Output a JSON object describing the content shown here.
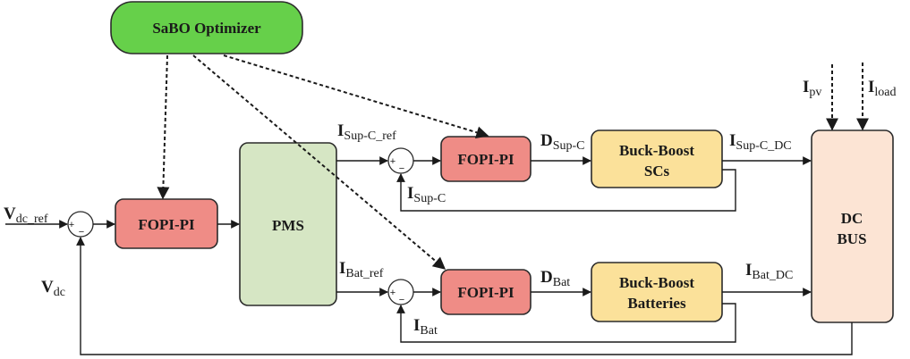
{
  "blocks": {
    "optimizer": "SaBO Optimizer",
    "fopi_main": "FOPI-PI",
    "pms": "PMS",
    "fopi_supc": "FOPI-PI",
    "fopi_bat": "FOPI-PI",
    "buckboost_scs_line1": "Buck-Boost",
    "buckboost_scs_line2": "SCs",
    "buckboost_bat_line1": "Buck-Boost",
    "buckboost_bat_line2": "Batteries",
    "dcbus_line1": "DC",
    "dcbus_line2": "BUS"
  },
  "signals": {
    "vdc_ref": {
      "main": "V",
      "sub": "dc_ref"
    },
    "vdc": {
      "main": "V",
      "sub": "dc"
    },
    "isupc_ref": {
      "main": "I",
      "sub": "Sup-C_ref"
    },
    "isupc": {
      "main": "I",
      "sub": "Sup-C"
    },
    "dsupc": {
      "main": "D",
      "sub": "Sup-C"
    },
    "isupc_dc": {
      "main": "I",
      "sub": "Sup-C_DC"
    },
    "ibat_ref": {
      "main": "I",
      "sub": "Bat_ref"
    },
    "ibat": {
      "main": "I",
      "sub": "Bat"
    },
    "dbat": {
      "main": "D",
      "sub": "Bat"
    },
    "ibat_dc": {
      "main": "I",
      "sub": "Bat_DC"
    },
    "ipv": {
      "main": "I",
      "sub": "pv"
    },
    "iload": {
      "main": "I",
      "sub": "load"
    }
  },
  "summing_signs": {
    "plus": "+",
    "minus": "−"
  },
  "colors": {
    "optimizer": "#66d04a",
    "fopi": "#ef8c86",
    "pms": "#d6e6c4",
    "buckboost": "#fbe19a",
    "dcbus": "#fce4d4"
  }
}
